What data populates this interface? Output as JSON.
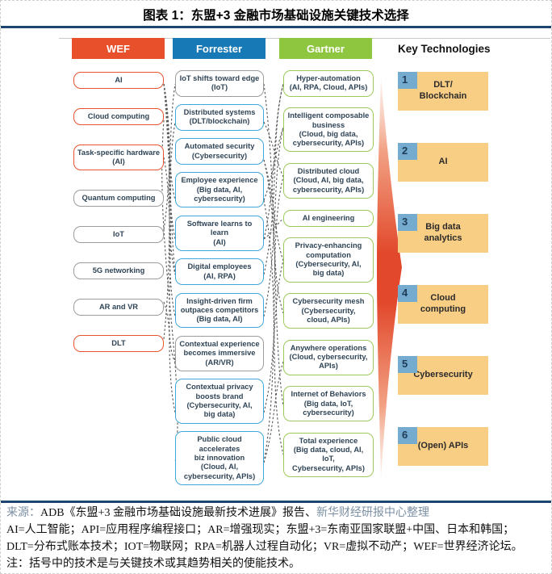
{
  "title": "图表 1：东盟+3 金融市场基础设施关键技术选择",
  "columns": {
    "wef": {
      "label": "WEF",
      "header_color": "#E8502B",
      "highlight_border": "#E8532F",
      "items": [
        {
          "text": "AI",
          "hl": true
        },
        {
          "text": "Cloud computing",
          "hl": true
        },
        {
          "text": "Task-specific hardware\n(AI)",
          "hl": true
        },
        {
          "text": "Quantum computing",
          "hl": false
        },
        {
          "text": "IoT",
          "hl": false
        },
        {
          "text": "5G networking",
          "hl": false
        },
        {
          "text": "AR and VR",
          "hl": false
        },
        {
          "text": "DLT",
          "hl": true
        }
      ]
    },
    "forrester": {
      "label": "Forrester",
      "header_color": "#1779B5",
      "highlight_border": "#3FA7DC",
      "items": [
        {
          "text": "IoT shifts toward edge\n(IoT)",
          "hl": false
        },
        {
          "text": "Distributed systems\n(DLT/blockchain)",
          "hl": true
        },
        {
          "text": "Automated security\n(Cybersecurity)",
          "hl": true
        },
        {
          "text": "Employee experience\n(Big data, AI,\ncybersecurity)",
          "hl": true
        },
        {
          "text": "Software learns to learn\n(AI)",
          "hl": true
        },
        {
          "text": "Digital employees\n(AI, RPA)",
          "hl": true
        },
        {
          "text": "Insight-driven firm\noutpaces competitors\n(Big data, AI)",
          "hl": true
        },
        {
          "text": "Contextual experience\nbecomes immersive\n(AR/VR)",
          "hl": false
        },
        {
          "text": "Contextual privacy\nboosts brand\n(Cybersecurity, AI,\nbig data)",
          "hl": true
        },
        {
          "text": "Public cloud accelerates\nbiz innovation\n(Cloud, AI,\ncybersecurity, APIs)",
          "hl": true
        }
      ]
    },
    "gartner": {
      "label": "Gartner",
      "header_color": "#8EC63F",
      "highlight_border": "#9CCB5A",
      "items": [
        {
          "text": "Hyper-automation\n(AI, RPA, Cloud, APIs)",
          "hl": true
        },
        {
          "text": "Intelligent composable\nbusiness\n(Cloud, big data,\ncybersecurity, APIs)",
          "hl": true
        },
        {
          "text": "Distributed cloud\n(Cloud, AI, big data,\ncybersecurity, APIs)",
          "hl": true
        },
        {
          "text": "AI engineering",
          "hl": true
        },
        {
          "text": "Privacy-enhancing\ncomputation\n(Cybersecurity, AI,\nbig data)",
          "hl": true
        },
        {
          "text": "Cybersecurity mesh\n(Cybersecurity,\ncloud, APIs)",
          "hl": true
        },
        {
          "text": "Anywhere operations\n(Cloud, cybersecurity,\nAPIs)",
          "hl": true
        },
        {
          "text": "Internet of Behaviors\n(Big data, IoT,\ncybersecurity)",
          "hl": true
        },
        {
          "text": "Total experience\n(Big data, cloud, AI, IoT,\nCybersecurity, APIs)",
          "hl": true
        }
      ]
    }
  },
  "key_technologies": {
    "label": "Key Technologies",
    "card_color": "#F8CD84",
    "badge_color": "#74ABCE",
    "items": [
      {
        "num": "1",
        "name": "DLT/\nBlockchain"
      },
      {
        "num": "2",
        "name": "AI"
      },
      {
        "num": "3",
        "name": "Big data\nanalytics"
      },
      {
        "num": "4",
        "name": "Cloud\ncomputing"
      },
      {
        "num": "5",
        "name": "Cybersecurity"
      },
      {
        "num": "6",
        "name": "(Open) APIs"
      }
    ]
  },
  "arrow_color": "#E2482B",
  "footer": {
    "source": {
      "prefix": "来源：",
      "main": "ADB《东盟+3 金融市场基础设施最新技术进展》报告、",
      "suffix": "新华财经研报中心整理"
    },
    "notes": [
      "AI=人工智能；API=应用程序编程接口；AR=增强现实；东盟+3=东南亚国家联盟+中国、日本和韩国；",
      "DLT=分布式账本技术；IOT=物联网；RPA=机器人过程自动化；VR=虚拟不动产；WEF=世界经济论坛。",
      "注：括号中的技术是与关键技术或其趋势相关的使能技术。"
    ]
  }
}
